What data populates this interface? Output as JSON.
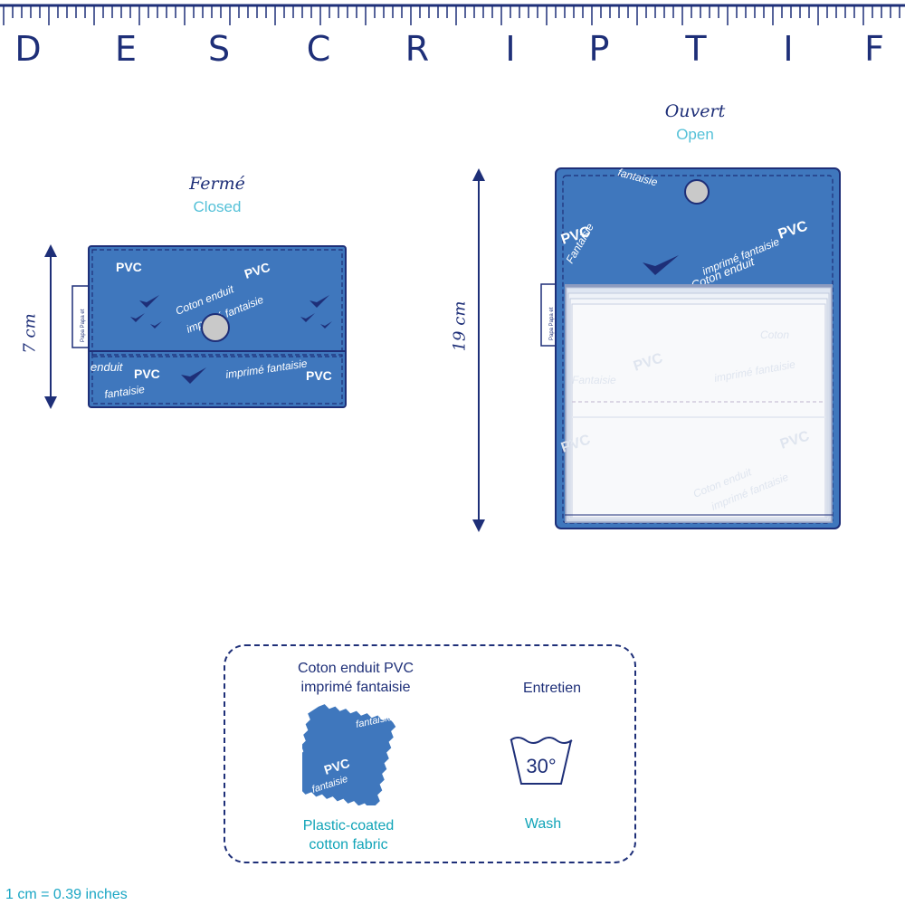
{
  "header": {
    "title_letters": [
      "D",
      "E",
      "S",
      "C",
      "R",
      "I",
      "P",
      "T",
      "I",
      "F"
    ]
  },
  "closed": {
    "label_fr": "Fermé",
    "label_en": "Closed",
    "dimension": "7 cm"
  },
  "open": {
    "label_fr": "Ouvert",
    "label_en": "Open",
    "dimension": "19 cm"
  },
  "fabric_print": {
    "line1": "Coton enduit",
    "line2": "imprimé fantaisie",
    "badge": "PVC",
    "tag": "Papa Papa et"
  },
  "legend": {
    "material_fr_line1": "Coton enduit PVC",
    "material_fr_line2": "imprimé fantaisie",
    "material_en_line1": "Plastic-coated",
    "material_en_line2": "cotton fabric",
    "care_fr": "Entretien",
    "care_en": "Wash",
    "wash_temp": "30°",
    "swatch_badge": "PVC",
    "swatch_text": "fantaisie"
  },
  "footer": {
    "conversion": "1 cm = 0.39 inches"
  },
  "colors": {
    "navy": "#1e2f78",
    "fabric_blue": "#3f77bd",
    "light_cyan": "#55c1d8",
    "teal": "#11a4b8"
  }
}
